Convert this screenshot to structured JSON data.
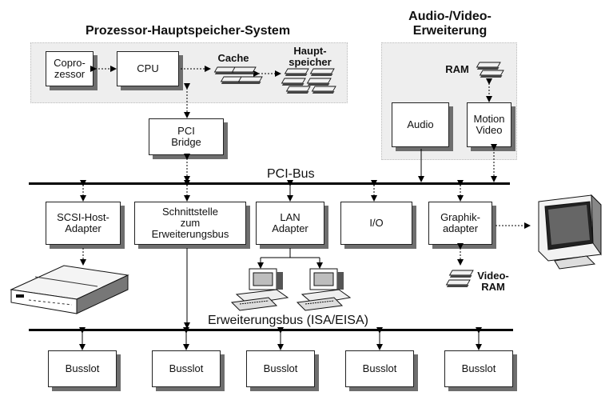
{
  "titles": {
    "system": "Prozessor-Hauptspeicher-System",
    "av": "Audio-/Video-\nErweiterung"
  },
  "boxes": {
    "coprozessor": "Copro-\nzessor",
    "cpu": "CPU",
    "pci_bridge": "PCI\nBridge",
    "audio": "Audio",
    "motion_video": "Motion\nVideo",
    "scsi": "SCSI-Host-\nAdapter",
    "schnittstelle": "Schnittstelle\nzum\nErweiterungsbus",
    "lan": "LAN\nAdapter",
    "io": "I/O",
    "graphik": "Graphik-\nadapter",
    "busslot": "Busslot"
  },
  "labels": {
    "cache": "Cache",
    "hauptspeicher": "Haupt-\nspeicher",
    "ram": "RAM",
    "video_ram": "Video-\nRAM"
  },
  "buses": {
    "pci": "PCI-Bus",
    "erweiterung": "Erweiterungsbus  (ISA/EISA)"
  },
  "icons": [
    "memory-chip-icon",
    "monitor-icon",
    "desktop-computer-icon",
    "scsi-drive-icon"
  ]
}
